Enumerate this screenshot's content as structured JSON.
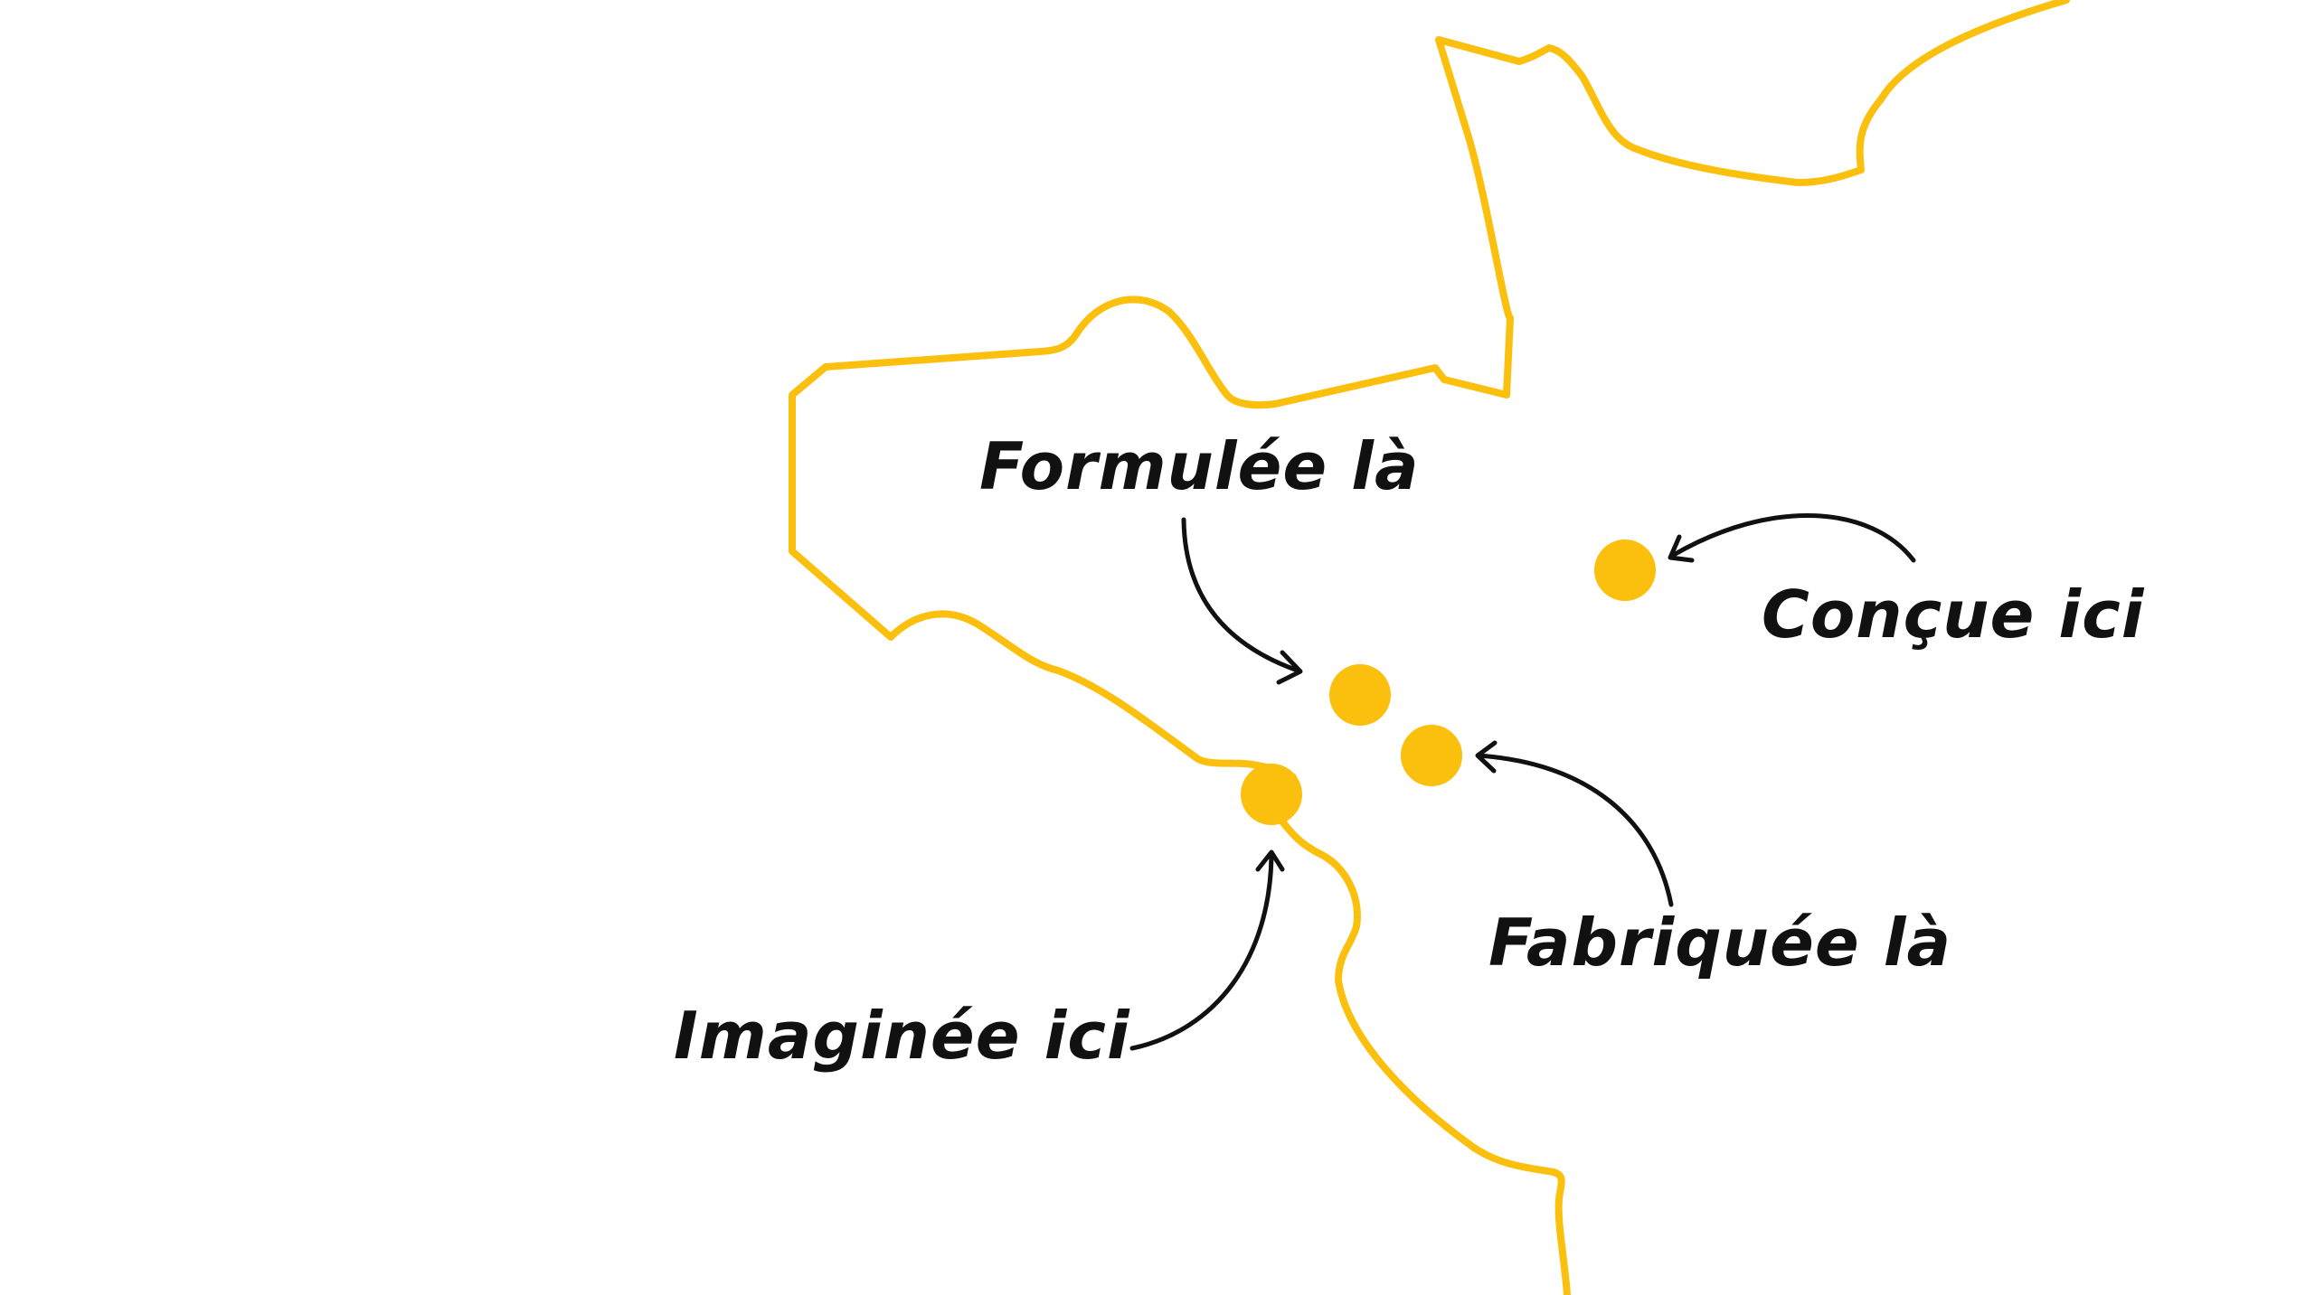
{
  "colors": {
    "accent": "#FBBF0E",
    "text": "#111111",
    "background": "#FFFFFF"
  },
  "map": {
    "title": "",
    "locations": [
      {
        "id": "formulee",
        "label": "Formulée là"
      },
      {
        "id": "concue",
        "label": "Conçue ici"
      },
      {
        "id": "fabriquee",
        "label": "Fabriquée là"
      },
      {
        "id": "imaginee",
        "label": "Imaginée ici"
      }
    ]
  }
}
